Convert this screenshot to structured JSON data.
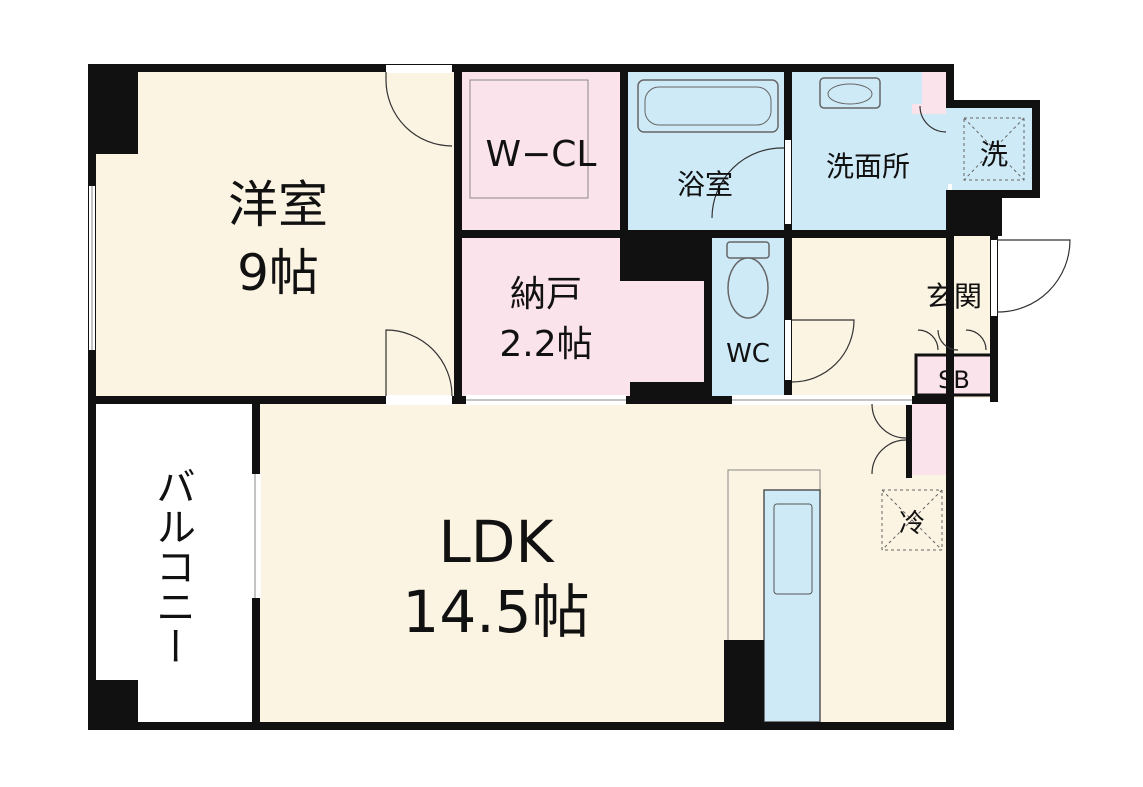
{
  "rooms": {
    "western": {
      "name": "洋室",
      "size": "9帖"
    },
    "wcl": {
      "name": "W−CL"
    },
    "bath": {
      "name": "浴室"
    },
    "washroom": {
      "name": "洗面所"
    },
    "washer": {
      "name": "洗"
    },
    "storage": {
      "name": "納戸",
      "size": "2.2帖"
    },
    "wc": {
      "name": "WC"
    },
    "entrance": {
      "name": "玄関"
    },
    "shoebox": {
      "name": "SB"
    },
    "balcony": {
      "name": "バルコニー"
    },
    "ldk": {
      "name": "LDK",
      "size": "14.5帖"
    },
    "fridge": {
      "name": "冷"
    }
  },
  "colors": {
    "wall": "#111111",
    "living": "#fcf4e3",
    "closet": "#fbe3ec",
    "water": "#cfeaf7",
    "outdoor": "#ffffff"
  }
}
